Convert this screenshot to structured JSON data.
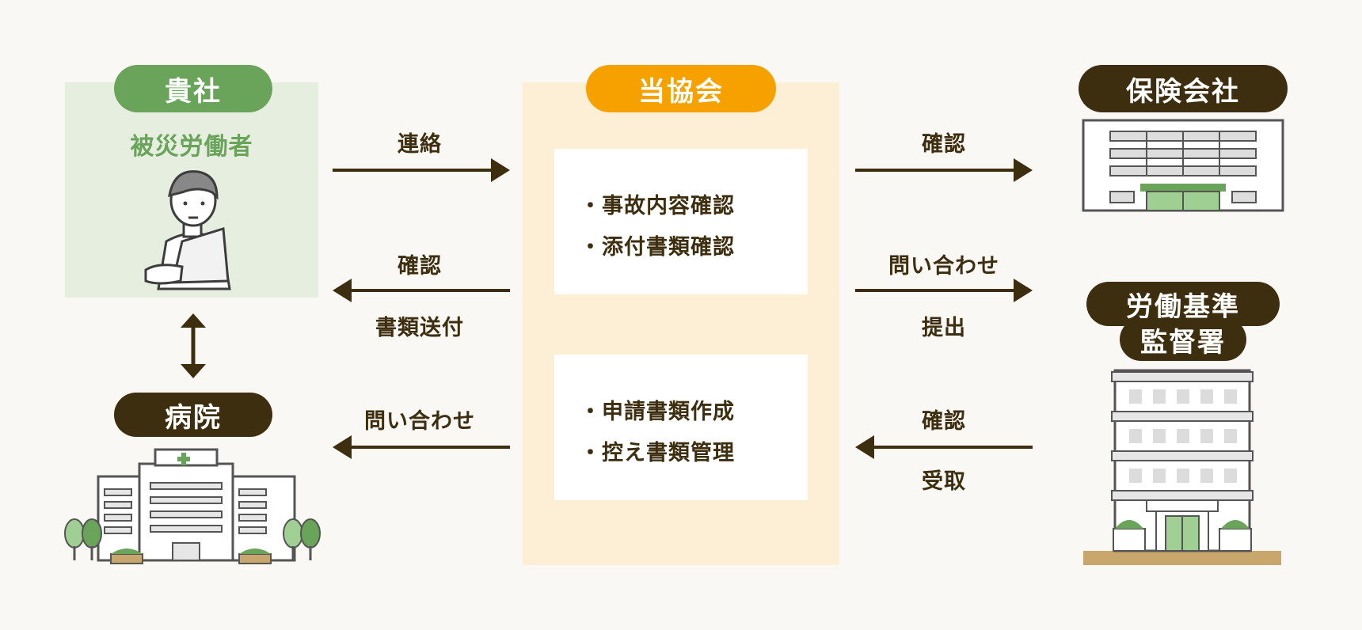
{
  "company": {
    "title": "貴社",
    "subtitle": "被災労働者"
  },
  "association": {
    "title": "当協会",
    "tasks_top": [
      "・事故内容確認",
      "・添付書類確認"
    ],
    "tasks_bottom": [
      "・申請書類作成",
      "・控え書類管理"
    ]
  },
  "insurance": {
    "title": "保険会社"
  },
  "bureau": {
    "title_line1": "労働基準",
    "title_line2": "監督署"
  },
  "hospital": {
    "title": "病院"
  },
  "arrows": {
    "company_to_assoc": "連絡",
    "assoc_to_company_top": "確認",
    "assoc_to_company_bottom": "書類送付",
    "assoc_to_hospital": "問い合わせ",
    "assoc_to_insurance": "確認",
    "assoc_to_bureau_top": "問い合わせ",
    "assoc_to_bureau_bottom": "提出",
    "bureau_to_assoc_top": "確認",
    "bureau_to_assoc_bottom": "受取"
  },
  "colors": {
    "green": "#6aa35a",
    "orange": "#f7a100",
    "dark": "#3d2e0f",
    "green_bg": "#e6eedf",
    "orange_bg": "#fdeed6"
  }
}
